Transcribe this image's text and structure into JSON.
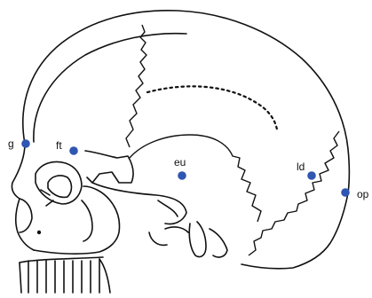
{
  "landmark_color": "#2f56b0",
  "landmarks": {
    "g": {
      "label": "g"
    },
    "ft": {
      "label": "ft"
    },
    "eu": {
      "label": "eu"
    },
    "ld": {
      "label": "ld"
    },
    "op": {
      "label": "op"
    }
  }
}
